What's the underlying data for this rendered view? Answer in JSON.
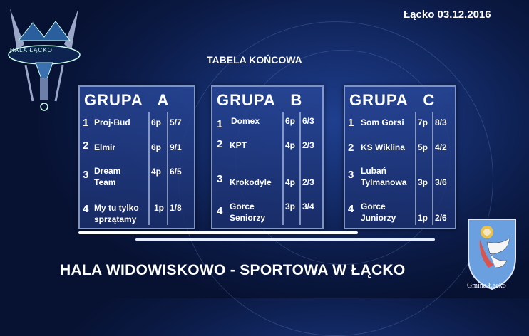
{
  "header": {
    "date": "Łącko 03.12.2016",
    "title": "TABELA KOŃCOWA",
    "logo_text": "HALA ŁĄCKO"
  },
  "groups": [
    {
      "name": "GRUPA   A",
      "rows": [
        {
          "pos": "1",
          "team": "Proj-Bud",
          "points": "6p",
          "goals": "5/7"
        },
        {
          "pos": "2",
          "team": "Elmir",
          "points": "6p",
          "goals": "9/1"
        },
        {
          "pos": "3",
          "team": "Dream Team",
          "points": "4p",
          "goals": "6/5"
        },
        {
          "pos": "4",
          "team": "My tu tylko sprzątamy",
          "points": "1p",
          "goals": "1/8"
        }
      ]
    },
    {
      "name": "GRUPA   B",
      "rows": [
        {
          "pos": "1",
          "team": "Domex",
          "points": "6p",
          "goals": "6/3"
        },
        {
          "pos": "2",
          "team": "KPT",
          "points": "4p",
          "goals": "2/3"
        },
        {
          "pos": "3",
          "team": "Krokodyle",
          "points": "4p",
          "goals": "2/3"
        },
        {
          "pos": "4",
          "team": "Gorce Seniorzy",
          "points": "3p",
          "goals": "3/4"
        }
      ]
    },
    {
      "name": "GRUPA   C",
      "rows": [
        {
          "pos": "1",
          "team": "Som Gorsi",
          "points": "7p",
          "goals": "8/3"
        },
        {
          "pos": "2",
          "team": "KS Wiklina",
          "points": "5p",
          "goals": "4/2"
        },
        {
          "pos": "3",
          "team": "Lubań Tylmanowa",
          "points": "3p",
          "goals": "3/6"
        },
        {
          "pos": "4",
          "team": "Gorce Juniorzy",
          "points": "1p",
          "goals": "2/6"
        }
      ]
    }
  ],
  "footer": {
    "text": "HALA WIDOWISKOWO - SPORTOWA W ŁĄCKO",
    "crest_label": "Gmina Łącko"
  },
  "colors": {
    "background": "#0b1a45",
    "panel": "#28469a",
    "text": "#ffffff",
    "crest": "#6aa0e0"
  },
  "icons": {
    "logo": "hala-lacko-logo-icon",
    "crest": "gmina-lacko-crest-icon"
  }
}
